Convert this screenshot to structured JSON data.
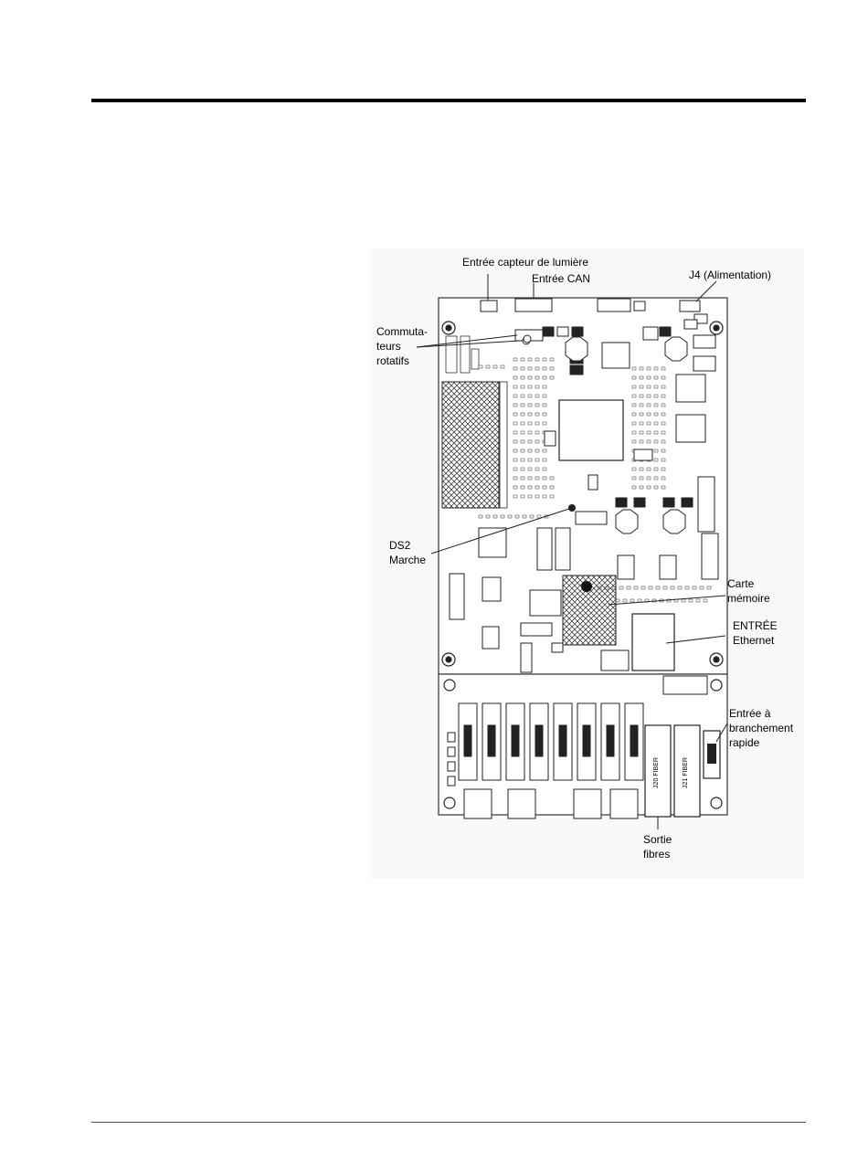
{
  "labels": {
    "light_sensor": "Entrée capteur de lumière",
    "can": "Entrée CAN",
    "power": "J4 (Alimentation)",
    "rotary_1": "Commuta-",
    "rotary_2": "teurs",
    "rotary_3": "rotatifs",
    "ds2_1": "DS2",
    "ds2_2": "Marche",
    "memory_1": "Carte",
    "memory_2": "mémoire",
    "ethernet_1": "ENTRÉE",
    "ethernet_2": "Ethernet",
    "quick_1": "Entrée à",
    "quick_2": "branchement",
    "quick_3": "rapide",
    "fiber_1": "Sortie",
    "fiber_2": "fibres"
  },
  "board_text": {
    "j20": "J20 FIBER",
    "j21": "J21 FIBER"
  }
}
